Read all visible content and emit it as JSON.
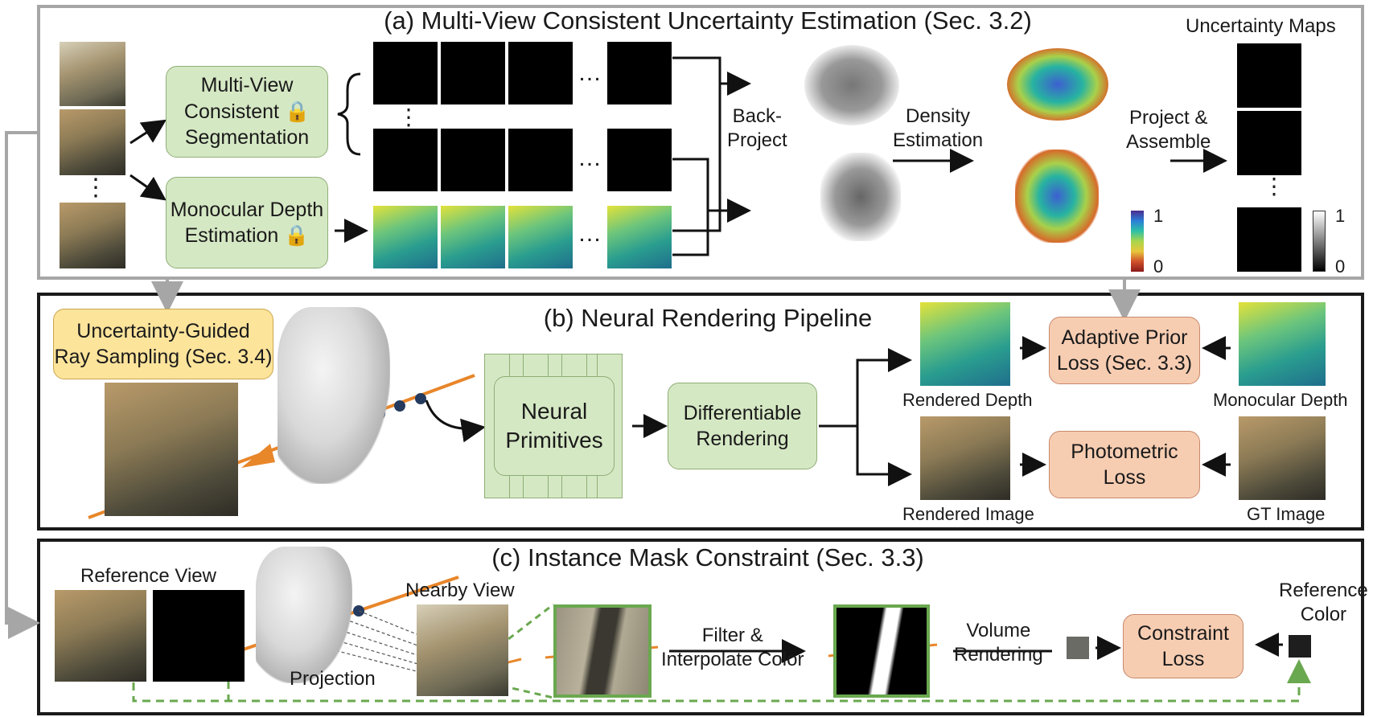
{
  "panel_a": {
    "title": "(a) Multi-View Consistent Uncertainty Estimation (Sec. 3.2)",
    "seg_box": [
      "Multi-View",
      "Consistent",
      "Segmentation"
    ],
    "depth_box": [
      "Monocular Depth",
      "Estimation"
    ],
    "back_project": [
      "Back-",
      "Project"
    ],
    "density": [
      "Density",
      "Estimation"
    ],
    "project_assemble": [
      "Project &",
      "Assemble"
    ],
    "uncertainty_maps": "Uncertainty Maps",
    "colorbar_top": "1",
    "colorbar_bottom": "0",
    "graybar_top": "1",
    "graybar_bottom": "0",
    "ellipsis_h": "…",
    "ellipsis_v": "⋮"
  },
  "panel_b": {
    "title": "(b) Neural Rendering Pipeline",
    "ray_box": [
      "Uncertainty-Guided",
      "Ray Sampling (Sec. 3.4)"
    ],
    "neural_box": [
      "Neural",
      "Primitives"
    ],
    "diff_box": [
      "Differentiable",
      "Rendering"
    ],
    "rendered_depth": "Rendered Depth",
    "rendered_image": "Rendered Image",
    "adaptive_box": [
      "Adaptive Prior",
      "Loss (Sec. 3.3)"
    ],
    "photometric_box": [
      "Photometric",
      "Loss"
    ],
    "monocular_depth": "Monocular Depth",
    "gt_image": "GT Image"
  },
  "panel_c": {
    "title": "(c) Instance Mask Constraint (Sec. 3.3)",
    "reference_view": "Reference View",
    "nearby_view": "Nearby View",
    "projection": "Projection",
    "filter": [
      "Filter &",
      "Interpolate Color"
    ],
    "volume": [
      "Volume",
      "Rendering"
    ],
    "constraint_box": [
      "Constraint",
      "Loss"
    ],
    "reference_color": [
      "Reference",
      "Color"
    ]
  },
  "colors": {
    "green_box": "#d5e8c4",
    "orange_box": "#f7cdb2",
    "yellow_box": "#fde49b",
    "ray": "#e8862a",
    "sample_dot": "#243a5e",
    "dashed_green": "#6aa84f",
    "panel_a_border": "#a6a6a6"
  }
}
